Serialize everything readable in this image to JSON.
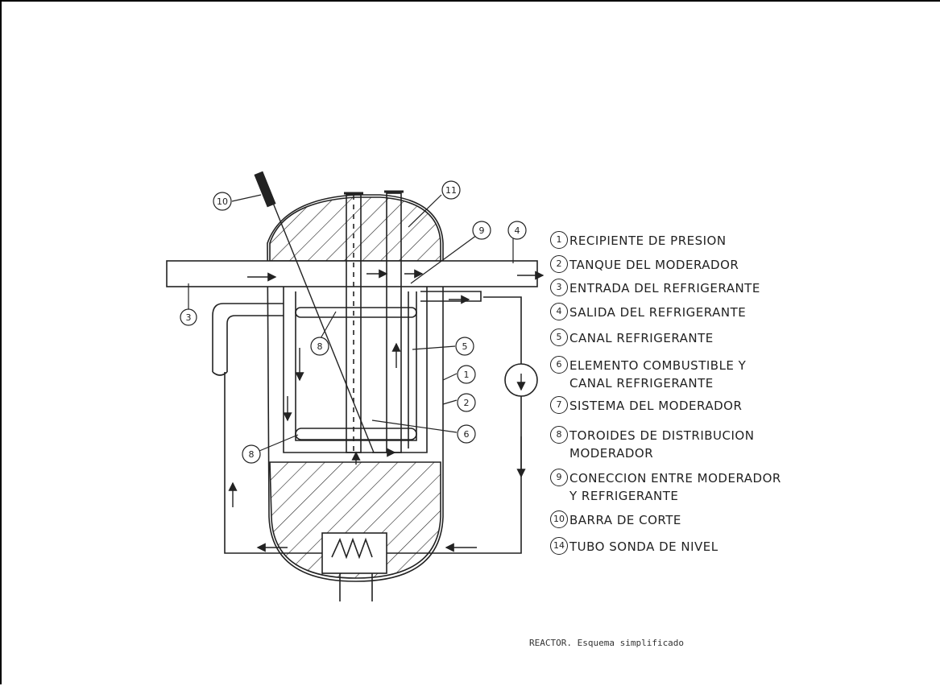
{
  "diagram": {
    "callouts": [
      "10",
      "11",
      "9",
      "4",
      "3",
      "8",
      "5",
      "1",
      "2",
      "6",
      "8"
    ]
  },
  "legend": [
    {
      "num": "1",
      "text": "RECIPIENTE DE PRESION"
    },
    {
      "num": "2",
      "text": "TANQUE DEL MODERADOR"
    },
    {
      "num": "3",
      "text": "ENTRADA DEL REFRIGERANTE"
    },
    {
      "num": "4",
      "text": "SALIDA DEL REFRIGERANTE"
    },
    {
      "num": "5",
      "text": "CANAL REFRIGERANTE"
    },
    {
      "num": "6",
      "text": "ELEMENTO COMBUSTIBLE Y",
      "text2": "CANAL REFRIGERANTE"
    },
    {
      "num": "7",
      "text": "SISTEMA DEL MODERADOR"
    },
    {
      "num": "8",
      "text": "TOROIDES DE DISTRIBUCION",
      "text2": "MODERADOR"
    },
    {
      "num": "9",
      "text": "CONECCION ENTRE MODERADOR",
      "text2": "Y REFRIGERANTE"
    },
    {
      "num": "10",
      "text": "BARRA DE CORTE"
    },
    {
      "num": "14",
      "text": "TUBO SONDA DE NIVEL"
    }
  ],
  "caption": "REACTOR. Esquema simplificado"
}
